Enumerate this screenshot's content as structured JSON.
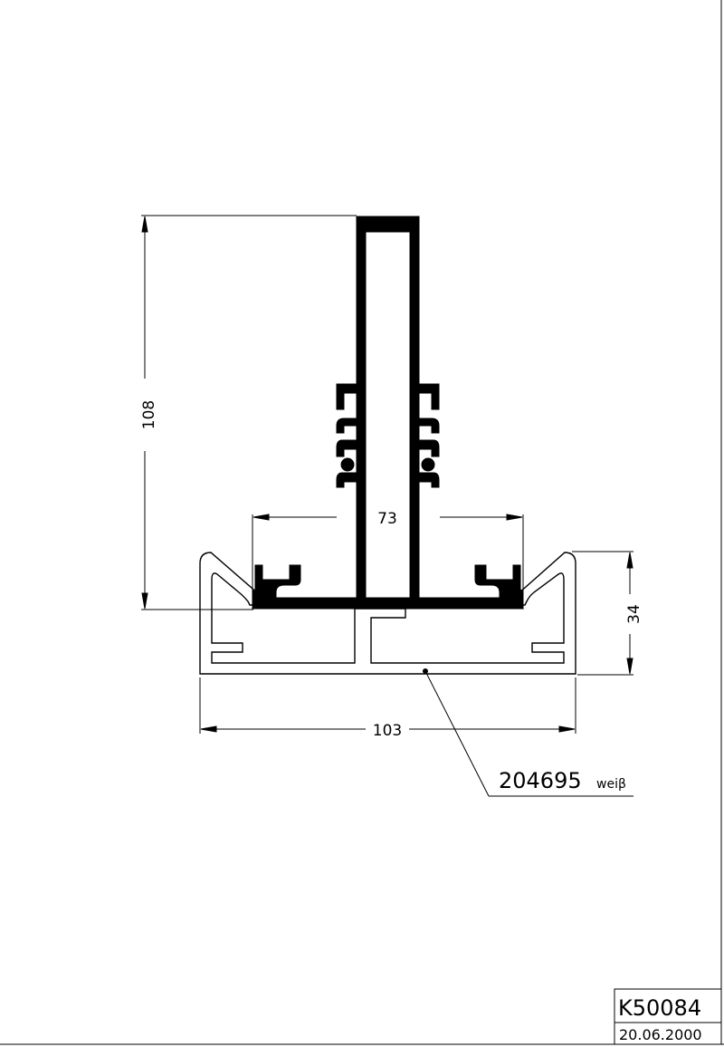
{
  "dimensions": {
    "height_total": "108",
    "inner_width": "73",
    "base_height": "34",
    "base_width": "103"
  },
  "part": {
    "number": "204695",
    "color": "weiβ"
  },
  "title_block": {
    "code": "K50084",
    "date": "20.06.2000"
  }
}
